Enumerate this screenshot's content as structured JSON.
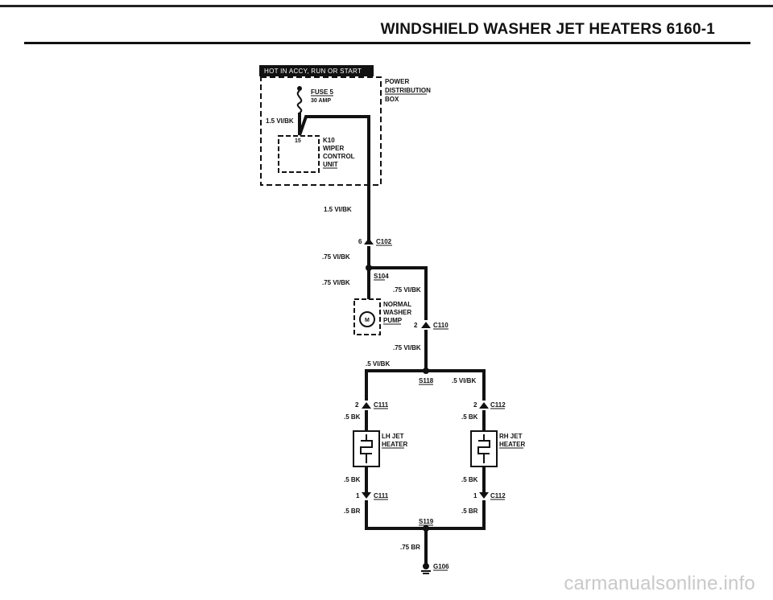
{
  "header": {
    "title": "WINDSHIELD WASHER JET HEATERS   6160-1"
  },
  "power": {
    "banner": "HOT IN ACCY, RUN OR START",
    "box_label": [
      "POWER",
      "DISTRIBUTION",
      "BOX"
    ]
  },
  "fuse": {
    "name": "FUSE 5",
    "rating": "30 AMP"
  },
  "wires": {
    "w1": "1.5 VI/BK",
    "w2": "1.5 VI/BK",
    "w3": ".75 VI/BK",
    "w4": ".75 VI/BK",
    "w5": ".75 VI/BK",
    "w6": ".75 VI/BK",
    "w7": ".5 VI/BK",
    "w8": ".5 VI/BK",
    "w9": ".5 BK",
    "w10": ".5 BK",
    "w11": ".5 BK",
    "w12": ".5 BK",
    "w13": ".5 BR",
    "w14": ".5 BR",
    "w15": ".75 BR"
  },
  "k10": {
    "pin": "15",
    "label": [
      "K10",
      "WIPER",
      "CONTROL",
      "UNIT"
    ]
  },
  "connectors": {
    "c102": {
      "name": "C102",
      "pin": "6"
    },
    "c110": {
      "name": "C110",
      "pin": "2"
    },
    "c111_top": {
      "name": "C111",
      "pin": "2"
    },
    "c112_top": {
      "name": "C112",
      "pin": "2"
    },
    "c111_bot": {
      "name": "C111",
      "pin": "1"
    },
    "c112_bot": {
      "name": "C112",
      "pin": "1"
    }
  },
  "splices": {
    "s104": "S104",
    "s118": "S118",
    "s119": "S119"
  },
  "pump": {
    "symbol": "M",
    "label": [
      "NORMAL",
      "WASHER",
      "PUMP"
    ]
  },
  "lh_heater": {
    "label": [
      "LH JET",
      "HEATER"
    ]
  },
  "rh_heater": {
    "label": [
      "RH JET",
      "HEATER"
    ]
  },
  "ground": {
    "name": "G106"
  },
  "watermark": "carmanualsonline.info"
}
